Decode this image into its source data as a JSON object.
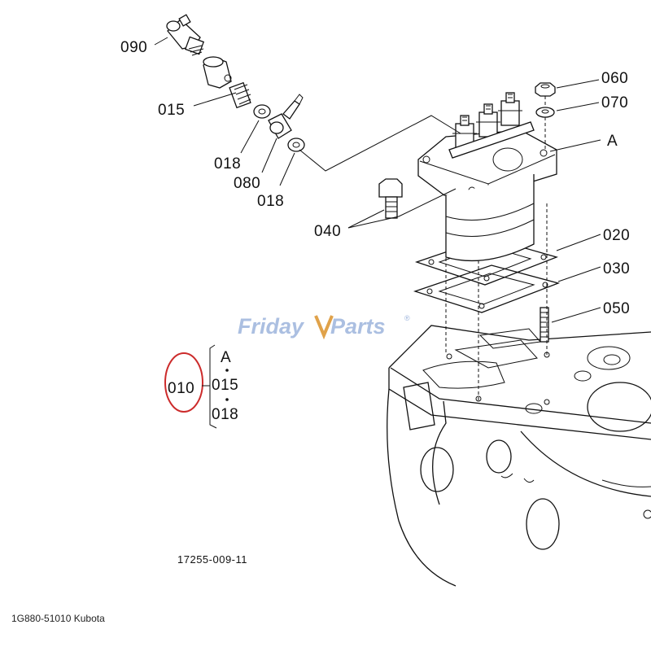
{
  "watermark": {
    "brand_a": "Friday",
    "brand_b": "Parts",
    "mark": "®"
  },
  "callouts": {
    "p090": "090",
    "p015": "015",
    "p018a": "018",
    "p080": "080",
    "p018b": "018",
    "p040": "040",
    "p060": "060",
    "p070": "070",
    "pA": "A",
    "p020": "020",
    "p030": "030",
    "p050": "050"
  },
  "assembly_group": {
    "number": "010",
    "members": [
      "A",
      "015",
      "018"
    ],
    "highlight_color": "#cc2b2b"
  },
  "drawing_number": "17255-009-11",
  "caption": "1G880-51010 Kubota"
}
